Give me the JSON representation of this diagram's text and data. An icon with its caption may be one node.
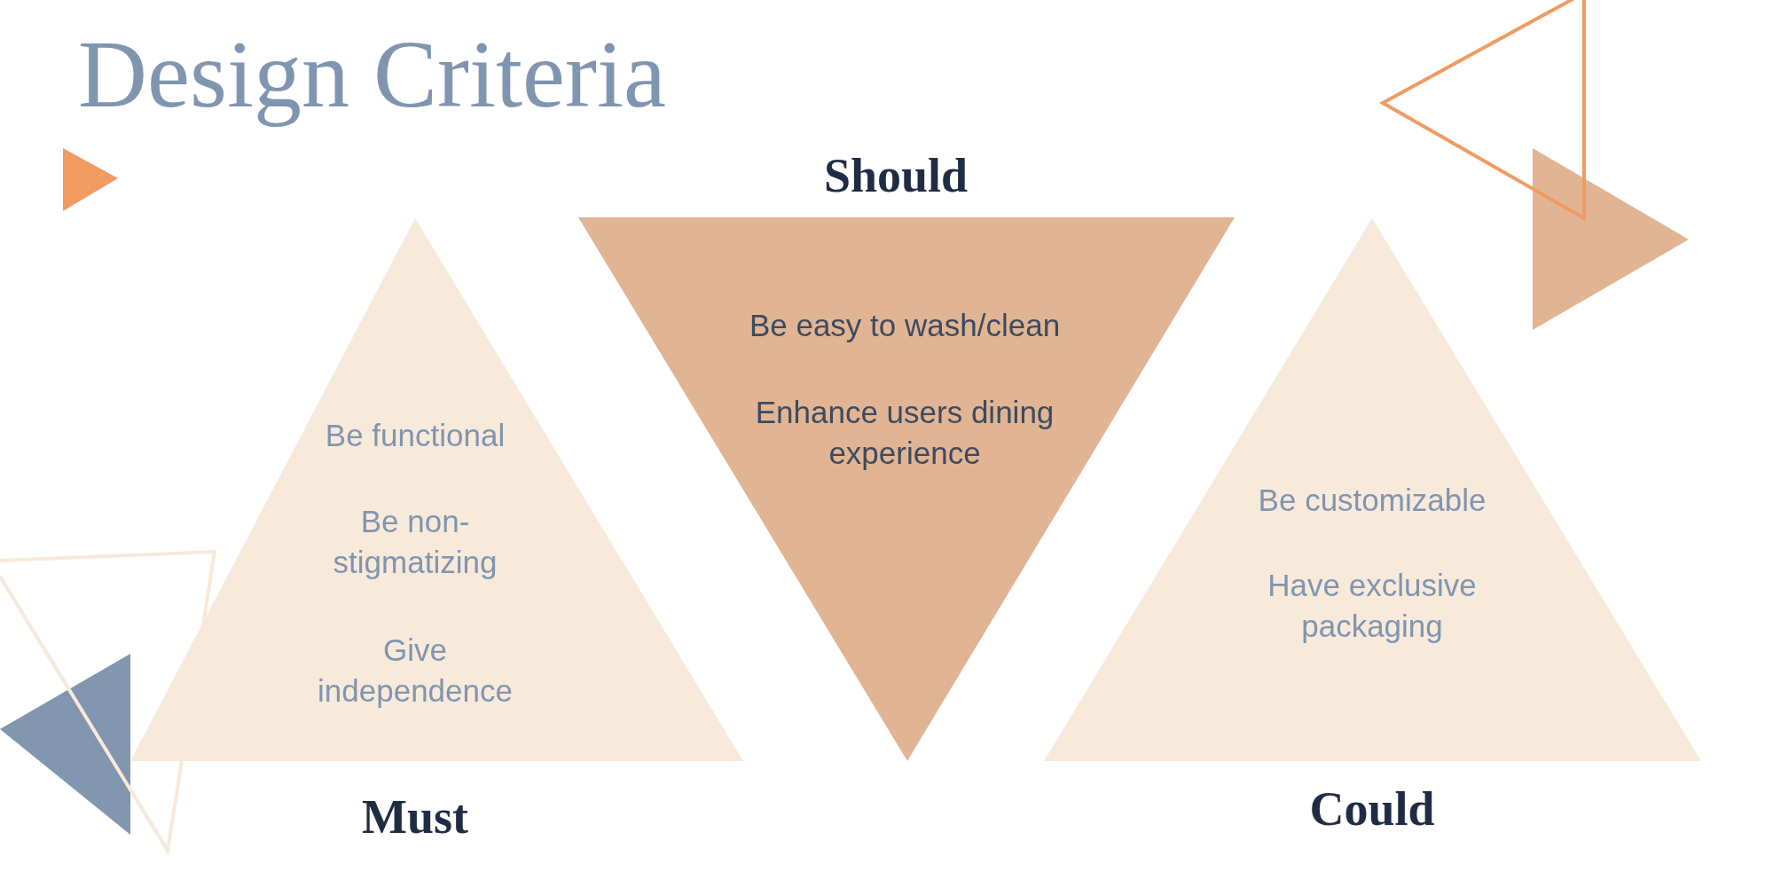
{
  "diagram": {
    "title": "Design Criteria",
    "nodes": [
      {
        "text": [
          "Be functional",
          "Be non-stigmatizing",
          "Give independence",
          "Must"
        ]
      },
      {
        "text": [
          "Should",
          "Be easy to wash/clean",
          "Enhance users dining experience"
        ]
      },
      {
        "text": [
          "Be customizable",
          "Have exclusive packaging",
          "Could"
        ]
      }
    ]
  }
}
